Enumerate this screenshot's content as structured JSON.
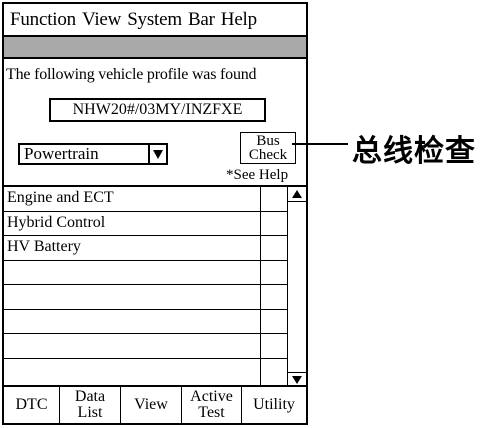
{
  "menu": [
    "Function",
    "View",
    "System",
    "Bar",
    "Help"
  ],
  "profile_message": "The following vehicle profile was found",
  "vehicle_code": "NHW20#/03MY/INZFXE",
  "system_select": {
    "selected": "Powertrain"
  },
  "bus_check": {
    "line1": "Bus",
    "line2": "Check"
  },
  "see_help": "*See Help",
  "list_items": [
    "Engine and ECT",
    "Hybrid Control",
    "HV Battery",
    "",
    "",
    "",
    "",
    ""
  ],
  "bottom_tabs": [
    {
      "line1": "DTC",
      "line2": ""
    },
    {
      "line1": "Data",
      "line2": "List"
    },
    {
      "line1": "View",
      "line2": ""
    },
    {
      "line1": "Active",
      "line2": "Test"
    },
    {
      "line1": "Utility",
      "line2": ""
    }
  ],
  "callout_label": "总线检查"
}
